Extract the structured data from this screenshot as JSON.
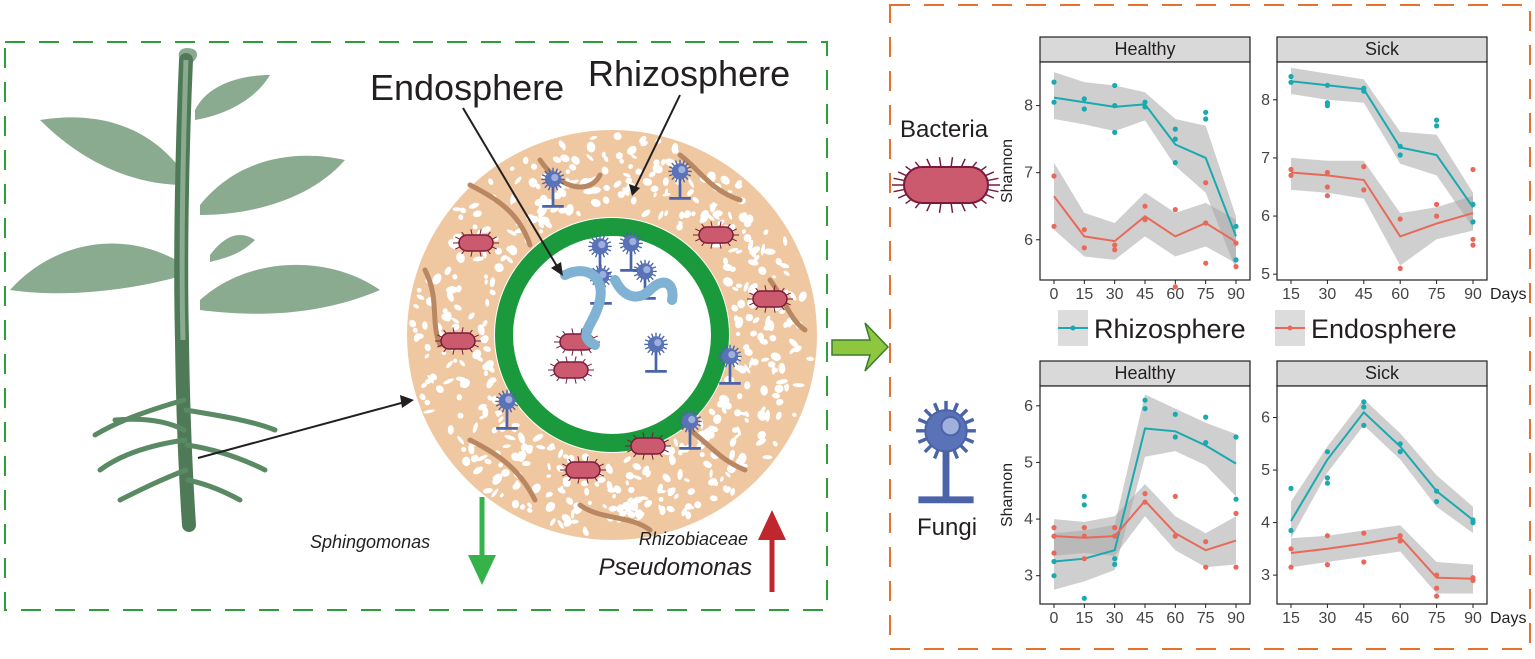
{
  "left": {
    "endosphere_label": "Endosphere",
    "rhizosphere_label": "Rhizosphere",
    "taxon_down": "Sphingomonas",
    "taxon_up_1": "Rhizobiaceae",
    "taxon_up_2": "Pseudomonas"
  },
  "right": {
    "bacteria_label": "Bacteria",
    "fungi_label": "Fungi",
    "legend": {
      "rhizosphere": "Rhizosphere",
      "endosphere": "Endosphere"
    }
  },
  "colors": {
    "rhizosphere": "#1aa9b0",
    "endosphere": "#e8695a",
    "left_border": "#2e9e3b",
    "right_border": "#e5722c",
    "down_arrow": "#36b24a",
    "up_arrow": "#c0262d"
  },
  "chart_data": [
    {
      "type": "line",
      "title": "Healthy",
      "group": "Bacteria",
      "ylabel": "Shannon",
      "xlabel": "",
      "x": [
        0,
        15,
        30,
        45,
        60,
        75,
        90
      ],
      "xticks": [
        0,
        15,
        30,
        45,
        60,
        75,
        90
      ],
      "yticks": [
        6,
        7,
        8
      ],
      "ylim": [
        5.4,
        8.65
      ],
      "series": [
        {
          "name": "Rhizosphere",
          "values": [
            8.12,
            8.05,
            7.98,
            8.02,
            7.42,
            7.22,
            6.05
          ],
          "lower": [
            7.8,
            7.72,
            7.62,
            7.78,
            7.1,
            6.7,
            5.55
          ],
          "upper": [
            8.5,
            8.35,
            8.3,
            8.2,
            7.8,
            7.7,
            6.35
          ],
          "points": [
            [
              0,
              8.35
            ],
            [
              0,
              8.05
            ],
            [
              15,
              8.1
            ],
            [
              15,
              7.95
            ],
            [
              30,
              8.3
            ],
            [
              30,
              8.0
            ],
            [
              30,
              7.6
            ],
            [
              45,
              8.05
            ],
            [
              45,
              7.98
            ],
            [
              60,
              7.65
            ],
            [
              60,
              7.5
            ],
            [
              60,
              7.15
            ],
            [
              75,
              7.9
            ],
            [
              75,
              7.8
            ],
            [
              90,
              6.2
            ],
            [
              90,
              5.7
            ]
          ]
        },
        {
          "name": "Endosphere",
          "values": [
            6.65,
            6.05,
            5.98,
            6.35,
            6.05,
            6.25,
            5.97
          ],
          "lower": [
            6.15,
            5.75,
            5.7,
            6.05,
            5.75,
            5.9,
            5.65
          ],
          "upper": [
            7.15,
            6.4,
            6.25,
            6.7,
            6.4,
            6.55,
            6.3
          ],
          "points": [
            [
              0,
              6.95
            ],
            [
              0,
              6.2
            ],
            [
              15,
              6.15
            ],
            [
              15,
              5.88
            ],
            [
              30,
              5.92
            ],
            [
              30,
              5.85
            ],
            [
              45,
              6.5
            ],
            [
              45,
              6.3
            ],
            [
              60,
              6.45
            ],
            [
              60,
              5.3
            ],
            [
              75,
              6.85
            ],
            [
              75,
              6.25
            ],
            [
              75,
              5.65
            ],
            [
              90,
              5.95
            ],
            [
              90,
              5.6
            ]
          ]
        }
      ]
    },
    {
      "type": "line",
      "title": "Sick",
      "group": "Bacteria",
      "ylabel": "",
      "xlabel": "Days",
      "x": [
        15,
        30,
        45,
        60,
        75,
        90
      ],
      "xticks": [
        15,
        30,
        45,
        60,
        75,
        90
      ],
      "yticks": [
        5,
        6,
        7,
        8
      ],
      "ylim": [
        4.9,
        8.65
      ],
      "series": [
        {
          "name": "Rhizosphere",
          "values": [
            8.32,
            8.25,
            8.18,
            7.18,
            7.05,
            6.15
          ],
          "lower": [
            8.1,
            8.0,
            7.95,
            6.9,
            6.7,
            5.8
          ],
          "upper": [
            8.55,
            8.45,
            8.35,
            7.45,
            7.4,
            6.4
          ],
          "points": [
            [
              15,
              8.4
            ],
            [
              15,
              8.3
            ],
            [
              30,
              8.25
            ],
            [
              30,
              7.95
            ],
            [
              30,
              7.9
            ],
            [
              45,
              8.2
            ],
            [
              45,
              8.15
            ],
            [
              60,
              7.2
            ],
            [
              60,
              7.05
            ],
            [
              75,
              7.65
            ],
            [
              75,
              7.55
            ],
            [
              90,
              6.2
            ],
            [
              90,
              5.9
            ]
          ]
        },
        {
          "name": "Endosphere",
          "values": [
            6.75,
            6.7,
            6.62,
            5.65,
            5.87,
            6.05
          ],
          "lower": [
            6.45,
            6.4,
            6.3,
            5.15,
            5.6,
            5.75
          ],
          "upper": [
            7.0,
            6.95,
            6.95,
            6.05,
            6.15,
            6.35
          ],
          "points": [
            [
              15,
              6.8
            ],
            [
              15,
              6.7
            ],
            [
              30,
              6.75
            ],
            [
              30,
              6.5
            ],
            [
              30,
              6.35
            ],
            [
              45,
              6.85
            ],
            [
              45,
              6.45
            ],
            [
              60,
              5.95
            ],
            [
              60,
              5.1
            ],
            [
              75,
              6.2
            ],
            [
              75,
              6.0
            ],
            [
              90,
              6.8
            ],
            [
              90,
              5.6
            ],
            [
              90,
              5.5
            ]
          ]
        }
      ]
    },
    {
      "type": "line",
      "title": "Healthy",
      "group": "Fungi",
      "ylabel": "Shannon",
      "xlabel": "",
      "x": [
        0,
        15,
        30,
        45,
        60,
        75,
        90
      ],
      "xticks": [
        0,
        15,
        30,
        45,
        60,
        75,
        90
      ],
      "yticks": [
        3,
        4,
        5,
        6
      ],
      "ylim": [
        2.5,
        6.35
      ],
      "series": [
        {
          "name": "Rhizosphere",
          "values": [
            3.25,
            3.3,
            3.45,
            5.6,
            5.55,
            5.3,
            4.98
          ],
          "lower": [
            2.75,
            2.9,
            3.1,
            5.1,
            5.2,
            4.95,
            4.4
          ],
          "upper": [
            3.75,
            3.8,
            3.9,
            6.2,
            5.95,
            5.7,
            5.5
          ],
          "points": [
            [
              0,
              3.25
            ],
            [
              0,
              3.0
            ],
            [
              15,
              4.4
            ],
            [
              15,
              4.25
            ],
            [
              15,
              2.6
            ],
            [
              30,
              3.3
            ],
            [
              30,
              3.2
            ],
            [
              45,
              6.1
            ],
            [
              45,
              5.95
            ],
            [
              60,
              5.85
            ],
            [
              60,
              5.45
            ],
            [
              75,
              5.8
            ],
            [
              75,
              5.35
            ],
            [
              90,
              5.45
            ],
            [
              90,
              4.35
            ]
          ]
        },
        {
          "name": "Endosphere",
          "values": [
            3.7,
            3.67,
            3.7,
            4.32,
            3.75,
            3.45,
            3.62
          ],
          "lower": [
            3.35,
            3.4,
            3.35,
            4.05,
            3.45,
            3.15,
            3.2
          ],
          "upper": [
            4.0,
            3.95,
            4.05,
            4.62,
            4.05,
            3.75,
            4.05
          ],
          "points": [
            [
              0,
              3.85
            ],
            [
              0,
              3.7
            ],
            [
              0,
              3.4
            ],
            [
              15,
              3.85
            ],
            [
              15,
              3.7
            ],
            [
              15,
              3.3
            ],
            [
              30,
              3.85
            ],
            [
              30,
              3.7
            ],
            [
              45,
              4.45
            ],
            [
              45,
              4.3
            ],
            [
              60,
              4.4
            ],
            [
              60,
              3.7
            ],
            [
              75,
              3.6
            ],
            [
              75,
              3.15
            ],
            [
              90,
              4.1
            ],
            [
              90,
              3.15
            ]
          ]
        }
      ]
    },
    {
      "type": "line",
      "title": "Sick",
      "group": "Fungi",
      "ylabel": "",
      "xlabel": "Days",
      "x": [
        15,
        30,
        45,
        60,
        75,
        90
      ],
      "xticks": [
        15,
        30,
        45,
        60,
        75,
        90
      ],
      "yticks": [
        3,
        4,
        5,
        6
      ],
      "ylim": [
        2.45,
        6.6
      ],
      "series": [
        {
          "name": "Rhizosphere",
          "values": [
            4.03,
            5.2,
            6.1,
            5.45,
            4.6,
            4.05
          ],
          "lower": [
            3.7,
            4.95,
            5.85,
            5.2,
            4.3,
            3.8
          ],
          "upper": [
            4.4,
            5.45,
            6.35,
            5.7,
            4.9,
            4.3
          ],
          "points": [
            [
              15,
              4.65
            ],
            [
              15,
              3.85
            ],
            [
              30,
              5.35
            ],
            [
              30,
              4.85
            ],
            [
              30,
              4.75
            ],
            [
              45,
              6.3
            ],
            [
              45,
              6.2
            ],
            [
              45,
              5.85
            ],
            [
              60,
              5.5
            ],
            [
              60,
              5.35
            ],
            [
              75,
              4.6
            ],
            [
              75,
              4.4
            ],
            [
              90,
              4.05
            ],
            [
              90,
              4.0
            ]
          ]
        },
        {
          "name": "Endosphere",
          "values": [
            3.42,
            3.5,
            3.6,
            3.72,
            2.95,
            2.93
          ],
          "lower": [
            3.15,
            3.25,
            3.35,
            3.45,
            2.65,
            2.65
          ],
          "upper": [
            3.7,
            3.75,
            3.85,
            3.95,
            3.25,
            3.2
          ],
          "points": [
            [
              15,
              3.5
            ],
            [
              15,
              3.15
            ],
            [
              30,
              3.75
            ],
            [
              30,
              3.2
            ],
            [
              45,
              3.8
            ],
            [
              45,
              3.25
            ],
            [
              60,
              3.75
            ],
            [
              60,
              3.65
            ],
            [
              75,
              3.0
            ],
            [
              75,
              2.75
            ],
            [
              75,
              2.6
            ],
            [
              90,
              2.95
            ],
            [
              90,
              2.9
            ]
          ]
        }
      ]
    }
  ]
}
